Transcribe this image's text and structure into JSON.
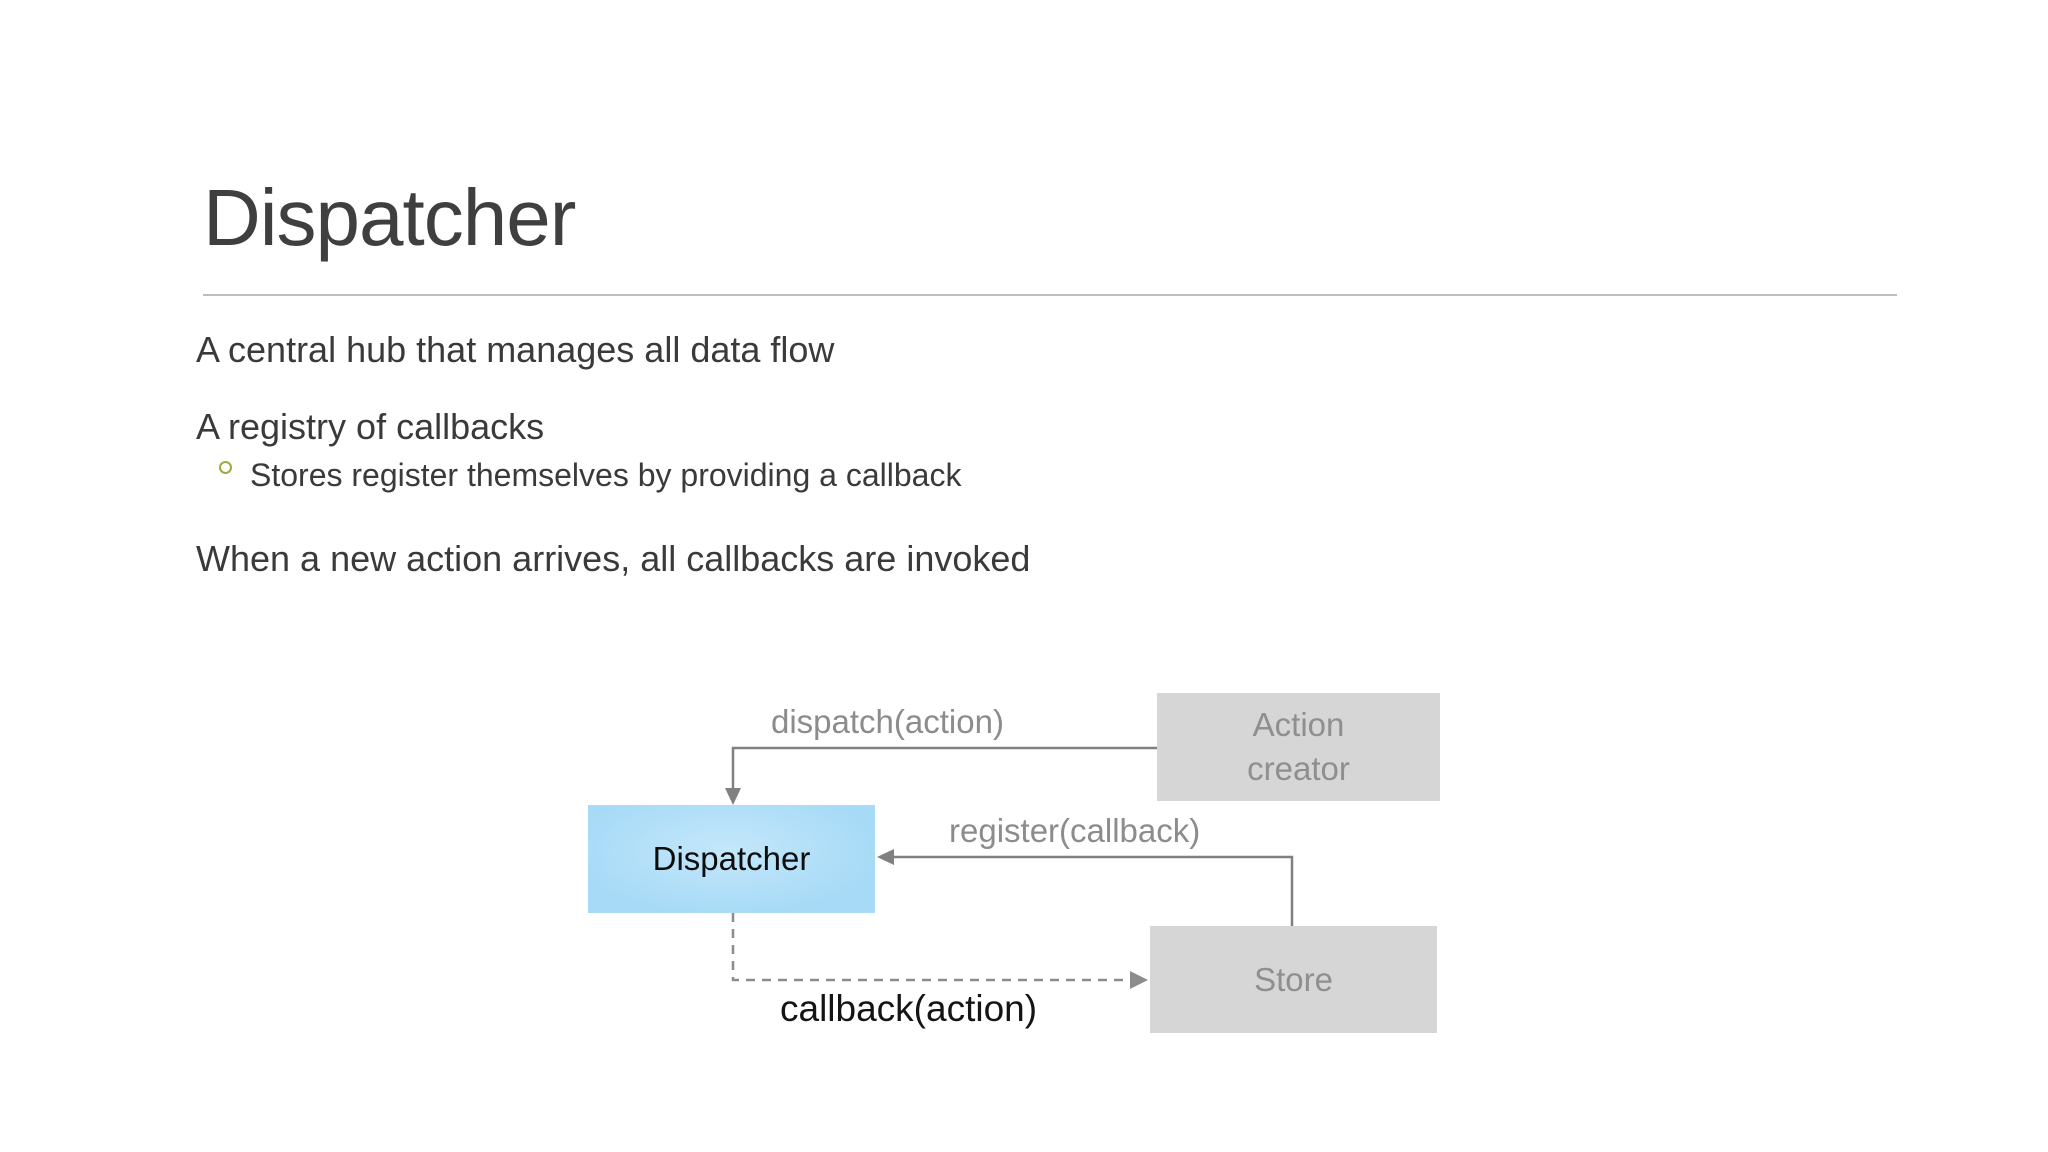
{
  "slide": {
    "title": "Dispatcher",
    "bullets": [
      {
        "level": 1,
        "text": "A central hub that manages all data flow"
      },
      {
        "level": 1,
        "text": "A registry of callbacks"
      },
      {
        "level": 2,
        "text": "Stores register themselves by providing a callback"
      },
      {
        "level": 1,
        "text": "When a new action arrives, all callbacks are invoked"
      }
    ]
  },
  "diagram": {
    "nodes": {
      "action_creator": {
        "line1": "Action",
        "line2": "creator"
      },
      "dispatcher": {
        "label": "Dispatcher"
      },
      "store": {
        "label": "Store"
      }
    },
    "edges": {
      "dispatch": {
        "label": "dispatch(action)",
        "style": "solid"
      },
      "register": {
        "label": "register(callback)",
        "style": "solid"
      },
      "callback": {
        "label": "callback(action)",
        "style": "dashed"
      }
    },
    "colors": {
      "dispatcher_fill": "#a8daf5",
      "node_fill": "#d6d6d6",
      "node_text": "#8f8f8f",
      "arrow": "#808080",
      "sub_bullet_marker": "#97ad3c",
      "title_text": "#3f3f3f",
      "body_text": "#3a3a3a"
    }
  }
}
